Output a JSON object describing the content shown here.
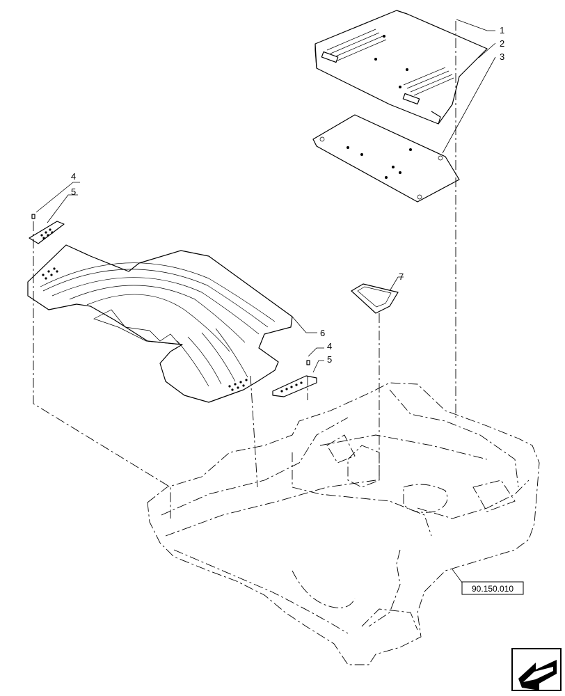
{
  "callouts": {
    "c1": "1",
    "c2": "2",
    "c3": "3",
    "c4a": "4",
    "c5a": "5",
    "c4b": "4",
    "c5b": "5",
    "c6": "6",
    "c7": "7"
  },
  "reference": {
    "code": "90.150.010"
  },
  "nav": {
    "icon": "arrow-icon"
  }
}
